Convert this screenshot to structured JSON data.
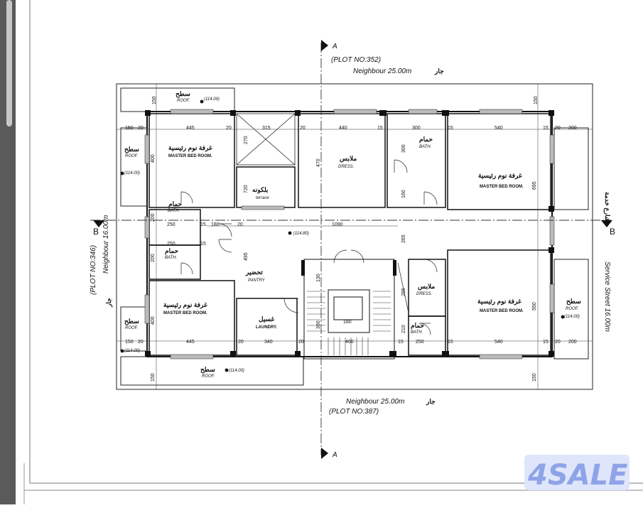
{
  "plot_top": "(PLOT NO:352)",
  "neighbour_top": "Neighbour 25.00m",
  "jar_top": "جار",
  "neighbour_bottom": "Neighbour 25.00m",
  "jar_bottom": "جار",
  "plot_bottom": "(PLOT NO:387)",
  "plot_left": "(PLOT NO:346)",
  "neighbour_left": "Neighbour 16.00m",
  "jar_left": "جار",
  "service_street": "Service Street 16.00m",
  "street_ar": "شارع خدمة",
  "section_a_top": "A",
  "section_a_bottom": "A",
  "section_b_left": "B",
  "section_b_right": "B",
  "rooms": {
    "master_ar": "غرفة نوم رئيسية",
    "master_en": "MASTER BED ROOM.",
    "bath_ar": "حمام",
    "bath_en": "BATH.",
    "dress_ar": "ملابس",
    "dress_en": "DRESS.",
    "roof_ar": "سطح",
    "roof_en": "ROOF.",
    "balcony_ar": "بلكونه",
    "terrace_en": "terrace",
    "pantry_ar": "تحضير",
    "pantry_en": "PANTRY",
    "laundry_ar": "غسيل",
    "laundry_en": "LAUNDRY."
  },
  "levels": {
    "roof": "(114.00)",
    "floor": "(114.80)"
  },
  "dims": {
    "d150": "150",
    "d20": "20",
    "d445": "445",
    "d270": "270",
    "d315": "315",
    "d440": "440",
    "d15": "15",
    "d300": "300",
    "d540": "540",
    "d200": "200",
    "d400": "400",
    "d720": "720",
    "d470": "470",
    "d160": "160",
    "d695": "695",
    "d250": "250",
    "d180": "180",
    "d1090": "1090",
    "d265": "265",
    "d495": "495",
    "d130": "130",
    "d550": "550",
    "d340": "340",
    "d460": "460",
    "d210": "210",
    "d390": "390"
  },
  "watermark": "4SALE"
}
